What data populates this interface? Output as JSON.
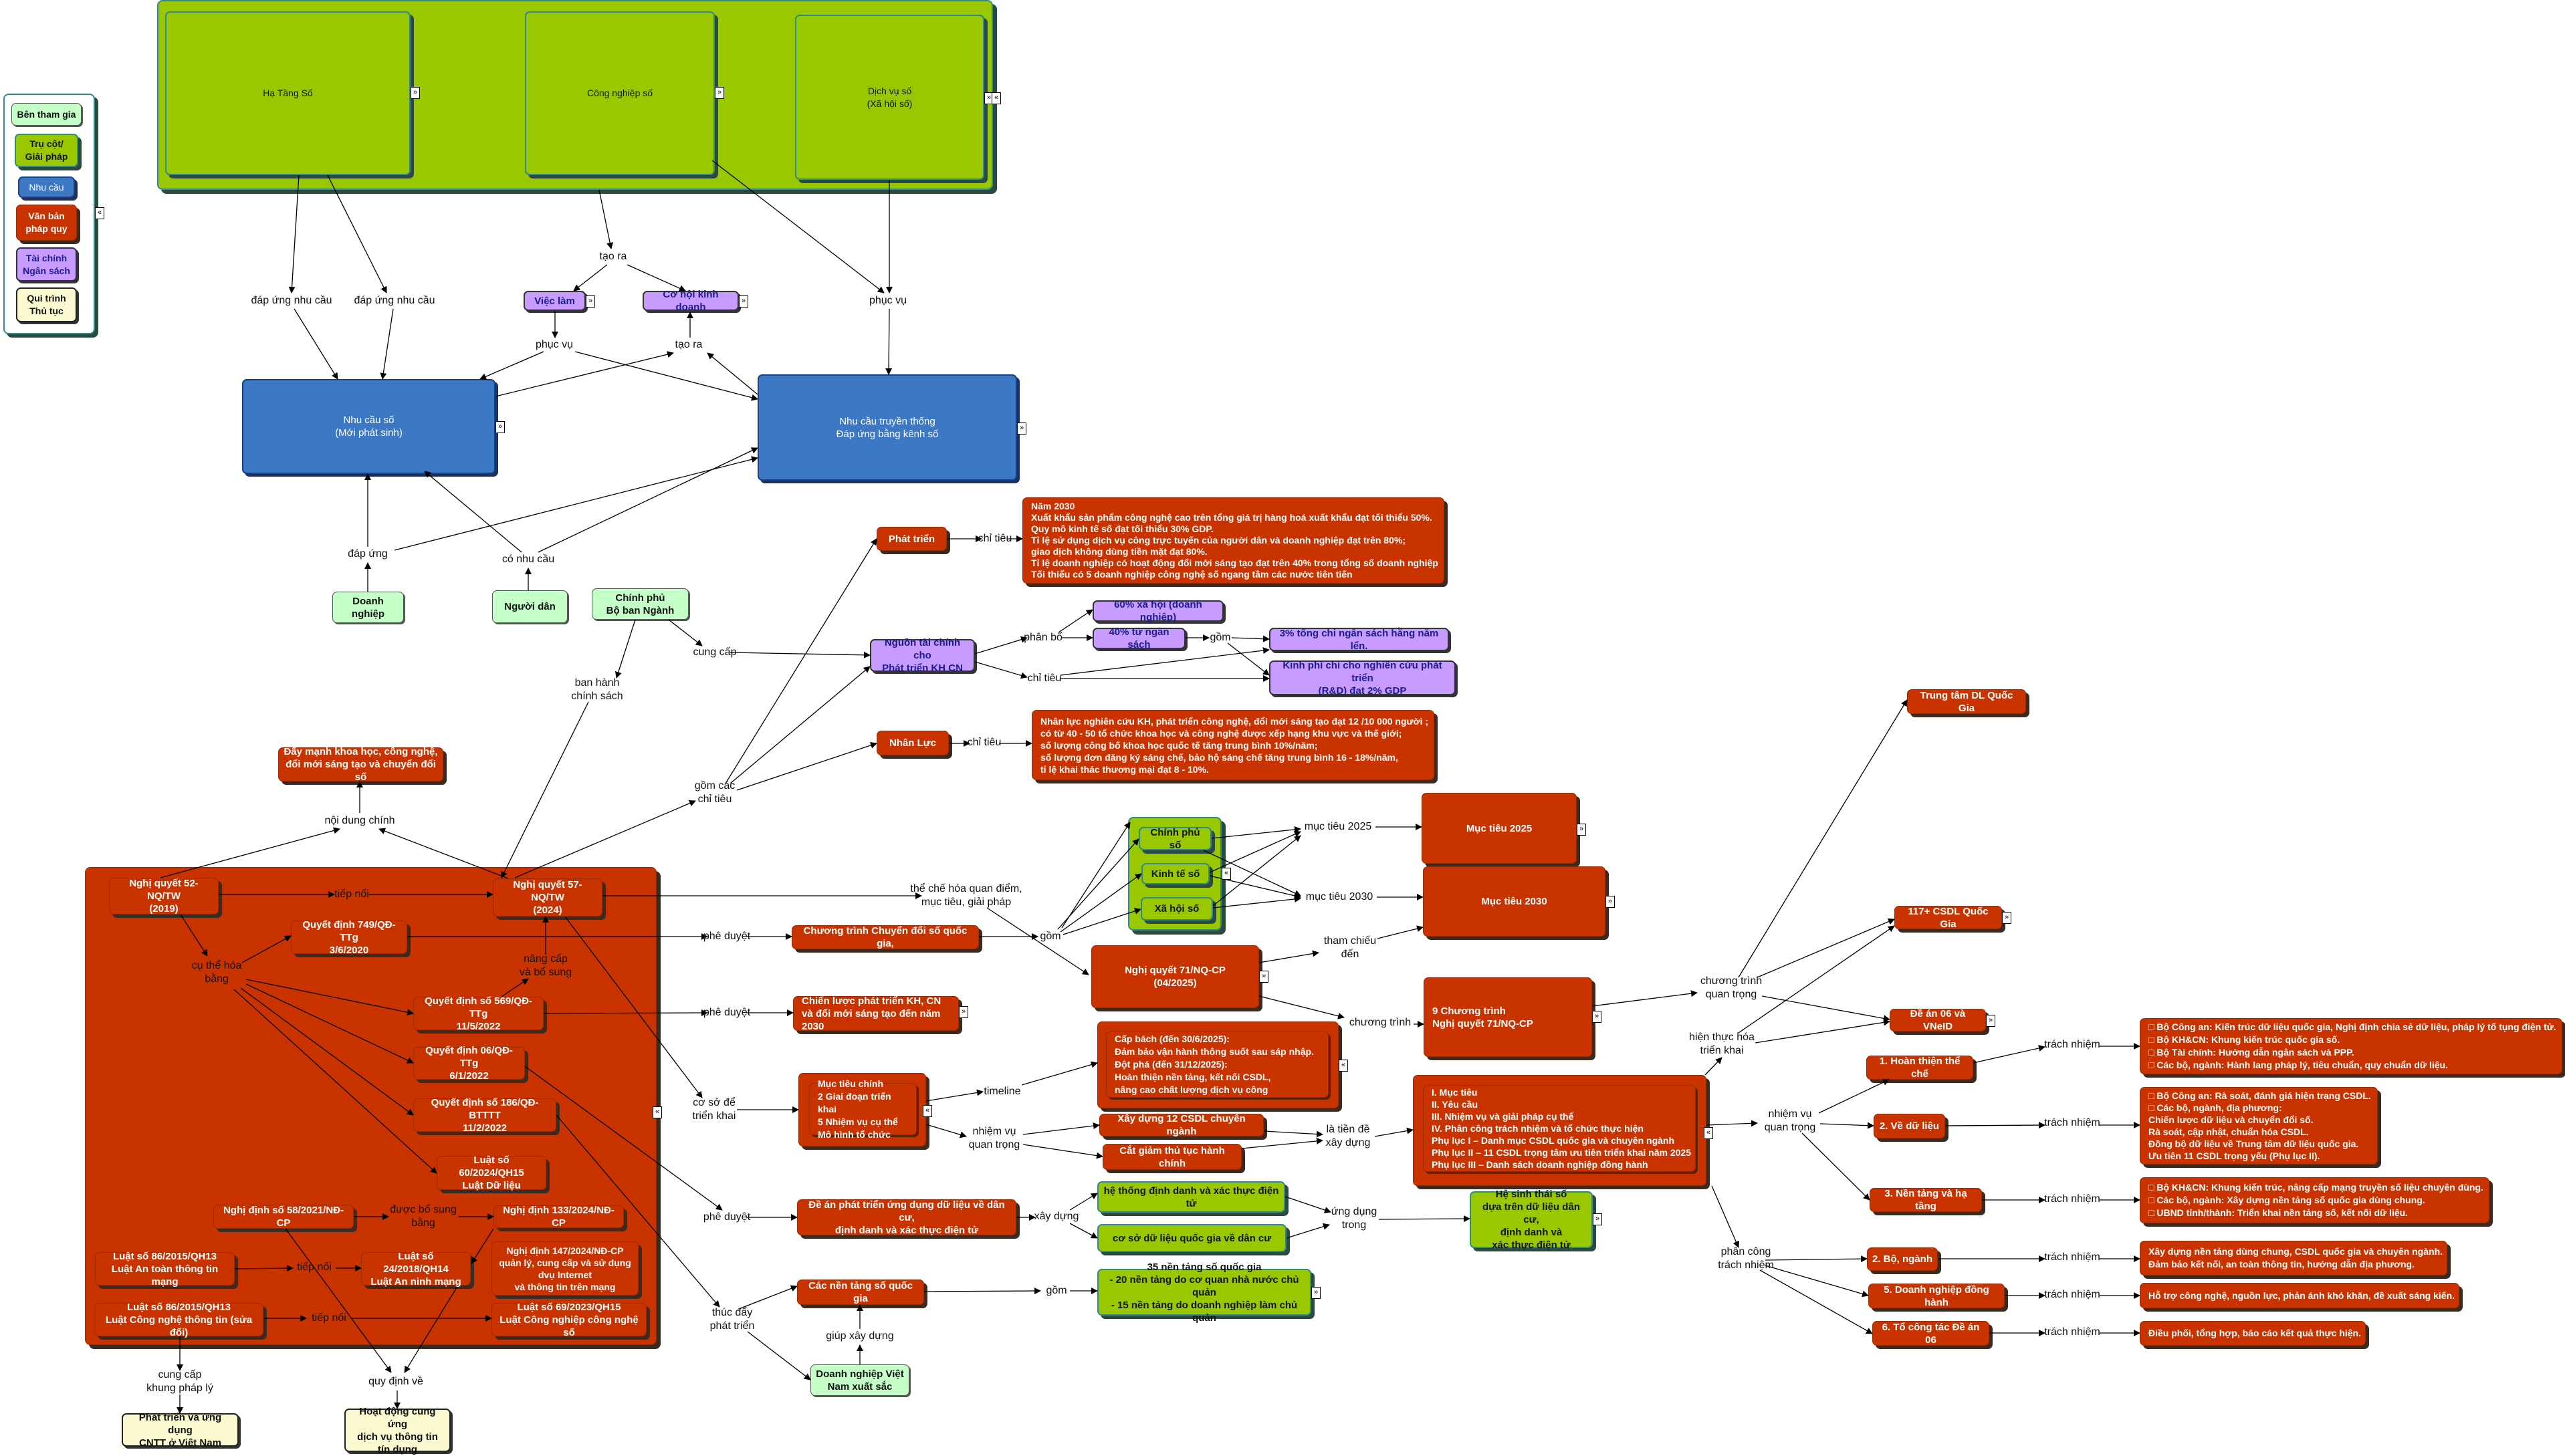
{
  "colors": {
    "regulation": "#c83300",
    "pillar": "#99c800",
    "need": "#3c78c3",
    "finance": "#c89bff",
    "participant": "#c4ffc8",
    "procedure": "#fbf9d0"
  },
  "legend": {
    "items": [
      "Bên tham gia",
      "Trụ cột/\nGiải pháp",
      "Nhu cầu",
      "Văn bản\npháp quy",
      "Tài chính\nNgân sách",
      "Qui trình\nThủ tục"
    ]
  },
  "nodes": {
    "ha_tang": "Hạ Tầng Số",
    "cong_nghiep": "Công nghiệp số",
    "dich_vu": "Dịch vụ số\n(Xã hội số)",
    "viec_lam": "Việc làm",
    "co_hoi": "Cơ hội kinh doanh",
    "nhu_cau_so": "Nhu cầu số\n(Mới phát sinh)",
    "nhu_cau_tt": "Nhu cầu truyền thống\nĐáp ứng bằng kênh số",
    "doanh_nghiep": "Doanh\nnghiệp",
    "nguoi_dan": "Người dân",
    "chinh_phu": "Chính phủ\nBộ ban Ngành",
    "phat_trien": "Phát triển",
    "phat_trien_target": "Năm 2030\nXuất khẩu sản phẩm công nghệ cao trên tổng giá trị hàng hoá xuất khẩu đạt tối thiểu 50%.\nQuy mô kinh tế số đạt tối thiểu 30% GDP.\nTỉ lệ sử dụng dịch vụ công trực tuyến của người dân và doanh nghiệp đạt trên 80%;\ngiao dịch không dùng tiền mặt đạt 80%.\nTỉ lệ doanh nghiệp có hoạt động đổi mới sáng tạo đạt trên 40% trong tổng số doanh nghiệp\nTối thiểu có 5 doanh nghiệp công nghệ số ngang tầm các nước tiên tiến",
    "nguon_tc": "Nguồn tài chính cho\nPhát triển KH CN",
    "xa_hoi_60": "60% xã hội (doanh nghiệp)",
    "ngan_sach_40": "40% từ ngân sách",
    "chi_3": "3% tổng chi ngân sách hằng năm lển.",
    "kinh_phi": "Kinh phí chi cho nghiên cứu phát triển\n(R&D) đạt 2% GDP",
    "nhan_luc": "Nhân Lực",
    "nhan_luc_target": "Nhân lực nghiên cứu KH, phát triển công nghệ, đổi mới sáng tạo đạt 12 /10 000 người ;\ncó từ 40 - 50 tổ chức khoa học và công nghệ được xếp hạng khu vực và thế giới;\nsố lượng công bố khoa học quốc tế tăng trung bình 10%/năm;\nsố lượng đơn đăng ký sáng chế, bảo hộ sáng chế tăng trung bình 16 - 18%/năm,\ntỉ lệ khai thác thương mại đạt 8 - 10%.",
    "day_manh": "Đẩy mạnh khoa học, công nghệ,\nđổi mới sáng tạo và chuyển đổi số",
    "nq52": "Nghị quyết 52-NQ/TW\n(2019)",
    "nq57": "Nghị quyết 57-NQ/TW\n(2024)",
    "qd749": "Quyết định 749/QĐ-TTg\n3/6/2020",
    "qd569": "Quyết định số 569/QĐ-TTg\n11/5/2022",
    "qd06": "Quyết định 06/QĐ-TTg\n6/1/2022",
    "qd186": "Quyết định số 186/QĐ-BTTTT\n11/2/2022",
    "luat60": "Luật số 60/2024/QH15\nLuật Dữ liệu",
    "nd58": "Nghị định số 58/2021/NĐ-CP",
    "nd133": "Nghị định 133/2024/NĐ-CP",
    "luat86_attt": "Luật số 86/2015/QH13\nLuật An toàn thông tin mạng",
    "luat24": "Luật số 24/2018/QH14\nLuật An ninh mạng",
    "nd147": "Nghị định 147/2024/NĐ-CP\nquản lý, cung cấp và sử dụng\ndvụ Internet\nvà thông tin trên mạng",
    "luat86_cntt": "Luật số 86/2015/QH13\nLuật Công nghệ thông tin (sửa đổi)",
    "luat69": "Luật số 69/2023/QH15\nLuật Công nghiệp công nghệ số",
    "ptud_cntt": "Phát triển và ứng dụng\nCNTT ở Việt Nam",
    "hoat_dong": "Hoạt động cung ứng\ndịch vụ thông tin\ntín dụng",
    "ct_cds": "Chương trình Chuyển đổi số quốc gia,",
    "chien_luoc": "Chiến lược phát triển KH, CN\nvà đổi mới sáng tạo đến năm 2030",
    "muc_tieu_chinh": "Mục tiêu chính\n2 Giai đoạn triển khai\n5 Nhiệm vụ cụ thể\nMô hình tổ chức",
    "cap_bach": "Cấp bách (đến 30/6/2025):\n    Đảm bảo vận hành thông suốt sau sáp nhập.\nĐột phá (đến 31/12/2025):\n    Hoàn thiện nền tảng, kết nối CSDL,\n    nâng cao chất lượng dịch vụ công",
    "xd12": "Xây dựng 12 CSDL chuyên ngành",
    "cat_giam": "Cắt giảm thủ tục hành chính",
    "nq71": "Nghị quyết 71/NQ-CP\n(04/2025)",
    "cp_so": "Chính phủ số",
    "kt_so": "Kinh tế số",
    "xh_so": "Xã hội số",
    "mt2025": "Mục tiêu 2025",
    "mt2030": "Mục tiêu 2030",
    "ct9": "9 Chương trình\nNghị quyết 71/NQ-CP",
    "big_list": "I. Mục tiêu\nII. Yêu cầu\nIII. Nhiệm vụ và giải pháp cụ thể\nIV. Phân công trách nhiệm và tổ chức thực hiện\nPhụ lục I – Danh mục CSDL quốc gia và chuyên ngành\nPhụ lục II – 11 CSDL trọng tâm ưu tiên triển khai năm 2025\nPhụ lục III – Danh sách doanh nghiệp đồng hành",
    "trung_tam": "Trung tâm DL Quốc Gia",
    "csdl117": "117+ CSDL Quốc Gia",
    "de_an06": "Đề án 06 và VNeID",
    "nv1": "1. Hoàn thiện thể chế",
    "nv2": "2. Về dữ liệu",
    "nv3": "3. Nền tảng và hạ tầng",
    "nv_bo": "2. Bộ, ngành",
    "nv5": "5. Doanh nghiệp đồng hành",
    "nv6": "6. Tổ công tác Đề án 06",
    "tn1": "□ Bộ Công an: Kiến trúc dữ liệu quốc gia, Nghị định chia sẻ dữ liệu, pháp lý tố tụng điện tử.\n□ Bộ KH&CN: Khung kiến trúc quốc gia số.\n□ Bộ Tài chính: Hướng dẫn ngân sách và PPP.\n□ Các bộ, ngành: Hành lang pháp lý, tiêu chuẩn, quy chuẩn dữ liệu.",
    "tn2": "□ Bộ Công an: Rà soát, đánh giá hiện trạng CSDL.\n□ Các bộ, ngành, địa phương:\nChiến lược dữ liệu và chuyển đổi số.\nRà soát, cập nhật, chuẩn hóa CSDL.\nĐồng bộ dữ liệu về Trung tâm dữ liệu quốc gia.\nƯu tiên 11 CSDL trọng yếu (Phụ lục II).",
    "tn3": "□ Bộ KH&CN: Khung kiến trúc, nâng cấp mạng truyền số liệu chuyên dùng.\n□ Các bộ, ngành: Xây dựng nền tảng số quốc gia dùng chung.\n□ UBND tỉnh/thành: Triển khai nền tảng số, kết nối dữ liệu.",
    "tn_bo": "Xây dựng nền tảng dùng chung, CSDL quốc gia và chuyên ngành.\nĐảm bảo kết nối, an toàn thông tin, hướng dẫn địa phương.",
    "tn5": "Hỗ trợ công nghệ, nguồn lực, phản ánh khó khăn, đề xuất sáng kiến.",
    "tn6": "Điều phối, tổng hợp, báo cáo kết quả thực hiện.",
    "de_an_dc": "Đề án phát triển ứng dụng dữ liệu về dân cư,\nđịnh danh và xác thực điện tử",
    "ht_dinh_danh": "hệ thống định danh và xác thực điện tử",
    "csdl_dan_cu": "cơ sở dữ liệu quốc gia về dân cư",
    "he_sinh_thai": "Hệ sinh thái số\ndựa trên dữ liệu dân cư,\nđịnh danh và\nxác thực điện tử",
    "cac_nen_tang": "Các nền tảng số quốc gia",
    "nen_tang_35": "35 nền tảng số quốc gia\n- 20 nền tảng do cơ quan nhà nước chủ quản\n- 15 nền tảng do doanh nghiệp làm chủ quản",
    "dn_vn": "Doanh nghiệp Việt\nNam xuất sắc"
  },
  "labels": {
    "dapung_nc1": "đáp ứng nhu cầu",
    "dapung_nc2": "đáp ứng nhu cầu",
    "tao_ra1": "tạo ra",
    "phuc_vu1": "phục vụ",
    "tao_ra2": "tạo ra",
    "phuc_vu2": "phục vụ",
    "dap_ung": "đáp ứng",
    "co_nhu_cau": "có nhu cầu",
    "cung_cap": "cung cấp",
    "ban_hanh": "ban hành\nchính sách",
    "chi_tieu_pt": "chỉ tiêu",
    "phan_bo": "phân bổ",
    "chi_tieu_tc": "chỉ tiêu",
    "gom_tc": "gồm",
    "chi_tieu_nl": "chỉ tiêu",
    "gom_cac": "gồm các\nchỉ tiêu",
    "noi_dung": "nội dung chính",
    "tiep_noi1": "tiếp nối",
    "cu_the": "cụ thể hóa\nbằng",
    "nang_cap": "nâng cấp\nvà bổ sung",
    "the_che": "thể chế hóa quan điểm,\nmục tiêu, giải pháp",
    "phe_duyet1": "phê duyệt",
    "phe_duyet2": "phê duyệt",
    "co_so": "cơ sở để\ntriển khai",
    "phe_duyet3": "phê duyệt",
    "thuc_day": "thúc đẩy\nphát triển",
    "giup_xd": "giúp xây dựng",
    "gom_nt": "gồm",
    "xay_dung": "xây dựng",
    "ung_dung": "ứng dụng\ntrong",
    "gom_ct": "gồm",
    "mt2025": "mục tiêu 2025",
    "mt2030": "mục tiêu 2030",
    "tham_chieu": "tham chiếu\nđến",
    "chuong_trinh": "chương trình",
    "timeline": "timeline",
    "nhiem_vu1": "nhiệm vụ\nquan trọng",
    "tien_de": "là tiền đề\nxây dựng",
    "ct_quan_trong": "chương trình\nquan trọng",
    "hien_thuc": "hiện thực hóa\ntriển khai",
    "nhiem_vu2": "nhiệm vụ\nquan trọng",
    "phan_cong": "phân công\ntrách nhiệm",
    "tn_l1": "trách nhiệm",
    "tn_l2": "trách nhiệm",
    "tn_l3": "trách nhiệm",
    "tn_l4": "trách nhiệm",
    "tn_l5": "trách nhiệm",
    "tn_l6": "trách nhiệm",
    "tiep_noi2": "tiếp nối",
    "tiep_noi3": "tiếp nối",
    "duoc_bo_sung": "được bổ sung\nbằng",
    "cung_cap_khung": "cung cấp\nkhung pháp lý",
    "quy_dinh": "quy định về"
  },
  "icons": {
    "expand": "»",
    "collapse": "«"
  }
}
